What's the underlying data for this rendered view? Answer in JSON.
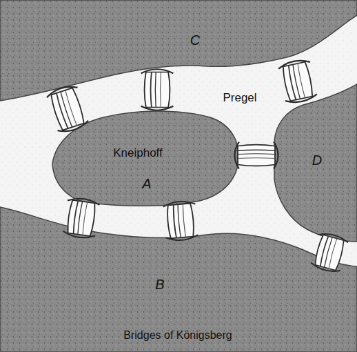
{
  "diagram": {
    "caption": "Bridges of Königsberg",
    "labels": [
      "C",
      "Pregel",
      "Kneiphoff",
      "A",
      "D",
      "B"
    ]
  }
}
